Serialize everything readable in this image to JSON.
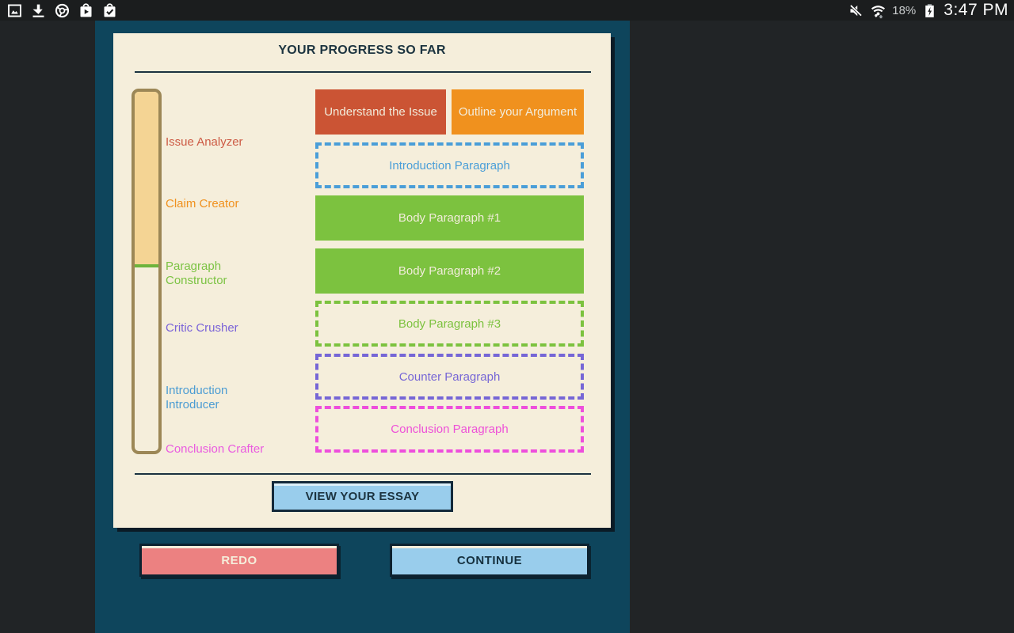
{
  "status_bar": {
    "left_icons": [
      "screenshot-photo-icon",
      "download-icon",
      "chrome-icon",
      "play-store-icon",
      "purchases-bag-icon"
    ],
    "right_icons": [
      "muted-speaker-icon",
      "wifi-arrows-icon",
      "battery-charging-icon"
    ],
    "battery_percent": "18%",
    "time": "3:47 PM"
  },
  "progress_card": {
    "title": "YOUR PROGRESS SO FAR",
    "tools": [
      {
        "label": "Issue Analyzer",
        "color": "#cd5b45"
      },
      {
        "label": "Claim Creator",
        "color": "#f0911e"
      },
      {
        "label": "Paragraph Constructor",
        "color": "#7cc344"
      },
      {
        "label": "Critic Crusher",
        "color": "#7b64d8"
      },
      {
        "label": "Introduction Introducer",
        "color": "#4b9cd3"
      },
      {
        "label": "Conclusion Crafter",
        "color": "#ea5be0"
      }
    ],
    "progress_bar": {
      "fill_percent": 49,
      "fill_color": "#f4d494",
      "border_color": "#9c8756",
      "marker_color": "#6db33c"
    },
    "sections": [
      {
        "label": "Understand the Issue",
        "state": "complete",
        "color": "#cb5434"
      },
      {
        "label": "Outline your Argument",
        "state": "complete",
        "color": "#f0911e"
      },
      {
        "label": "Introduction Paragraph",
        "state": "incomplete",
        "color": "#4a9ed8"
      },
      {
        "label": "Body Paragraph #1",
        "state": "complete",
        "color": "#7cc23f"
      },
      {
        "label": "Body Paragraph #2",
        "state": "complete",
        "color": "#7cc23f"
      },
      {
        "label": "Body Paragraph #3",
        "state": "incomplete",
        "color": "#7cc23f"
      },
      {
        "label": "Counter Paragraph",
        "state": "incomplete",
        "color": "#7666d6"
      },
      {
        "label": "Conclusion Paragraph",
        "state": "incomplete",
        "color": "#ee4edc"
      }
    ],
    "view_essay_label": "VIEW YOUR ESSAY"
  },
  "footer": {
    "redo_label": "REDO",
    "continue_label": "CONTINUE"
  },
  "colors": {
    "status_bar_bg": "#1b1d1e",
    "outer_bg": "#212426",
    "panel_bg": "#0e455c",
    "card_bg": "#f5eedb",
    "dark_navy": "#1c3440",
    "light_blue_button": "#99cdec",
    "salmon_button": "#ec8181"
  }
}
